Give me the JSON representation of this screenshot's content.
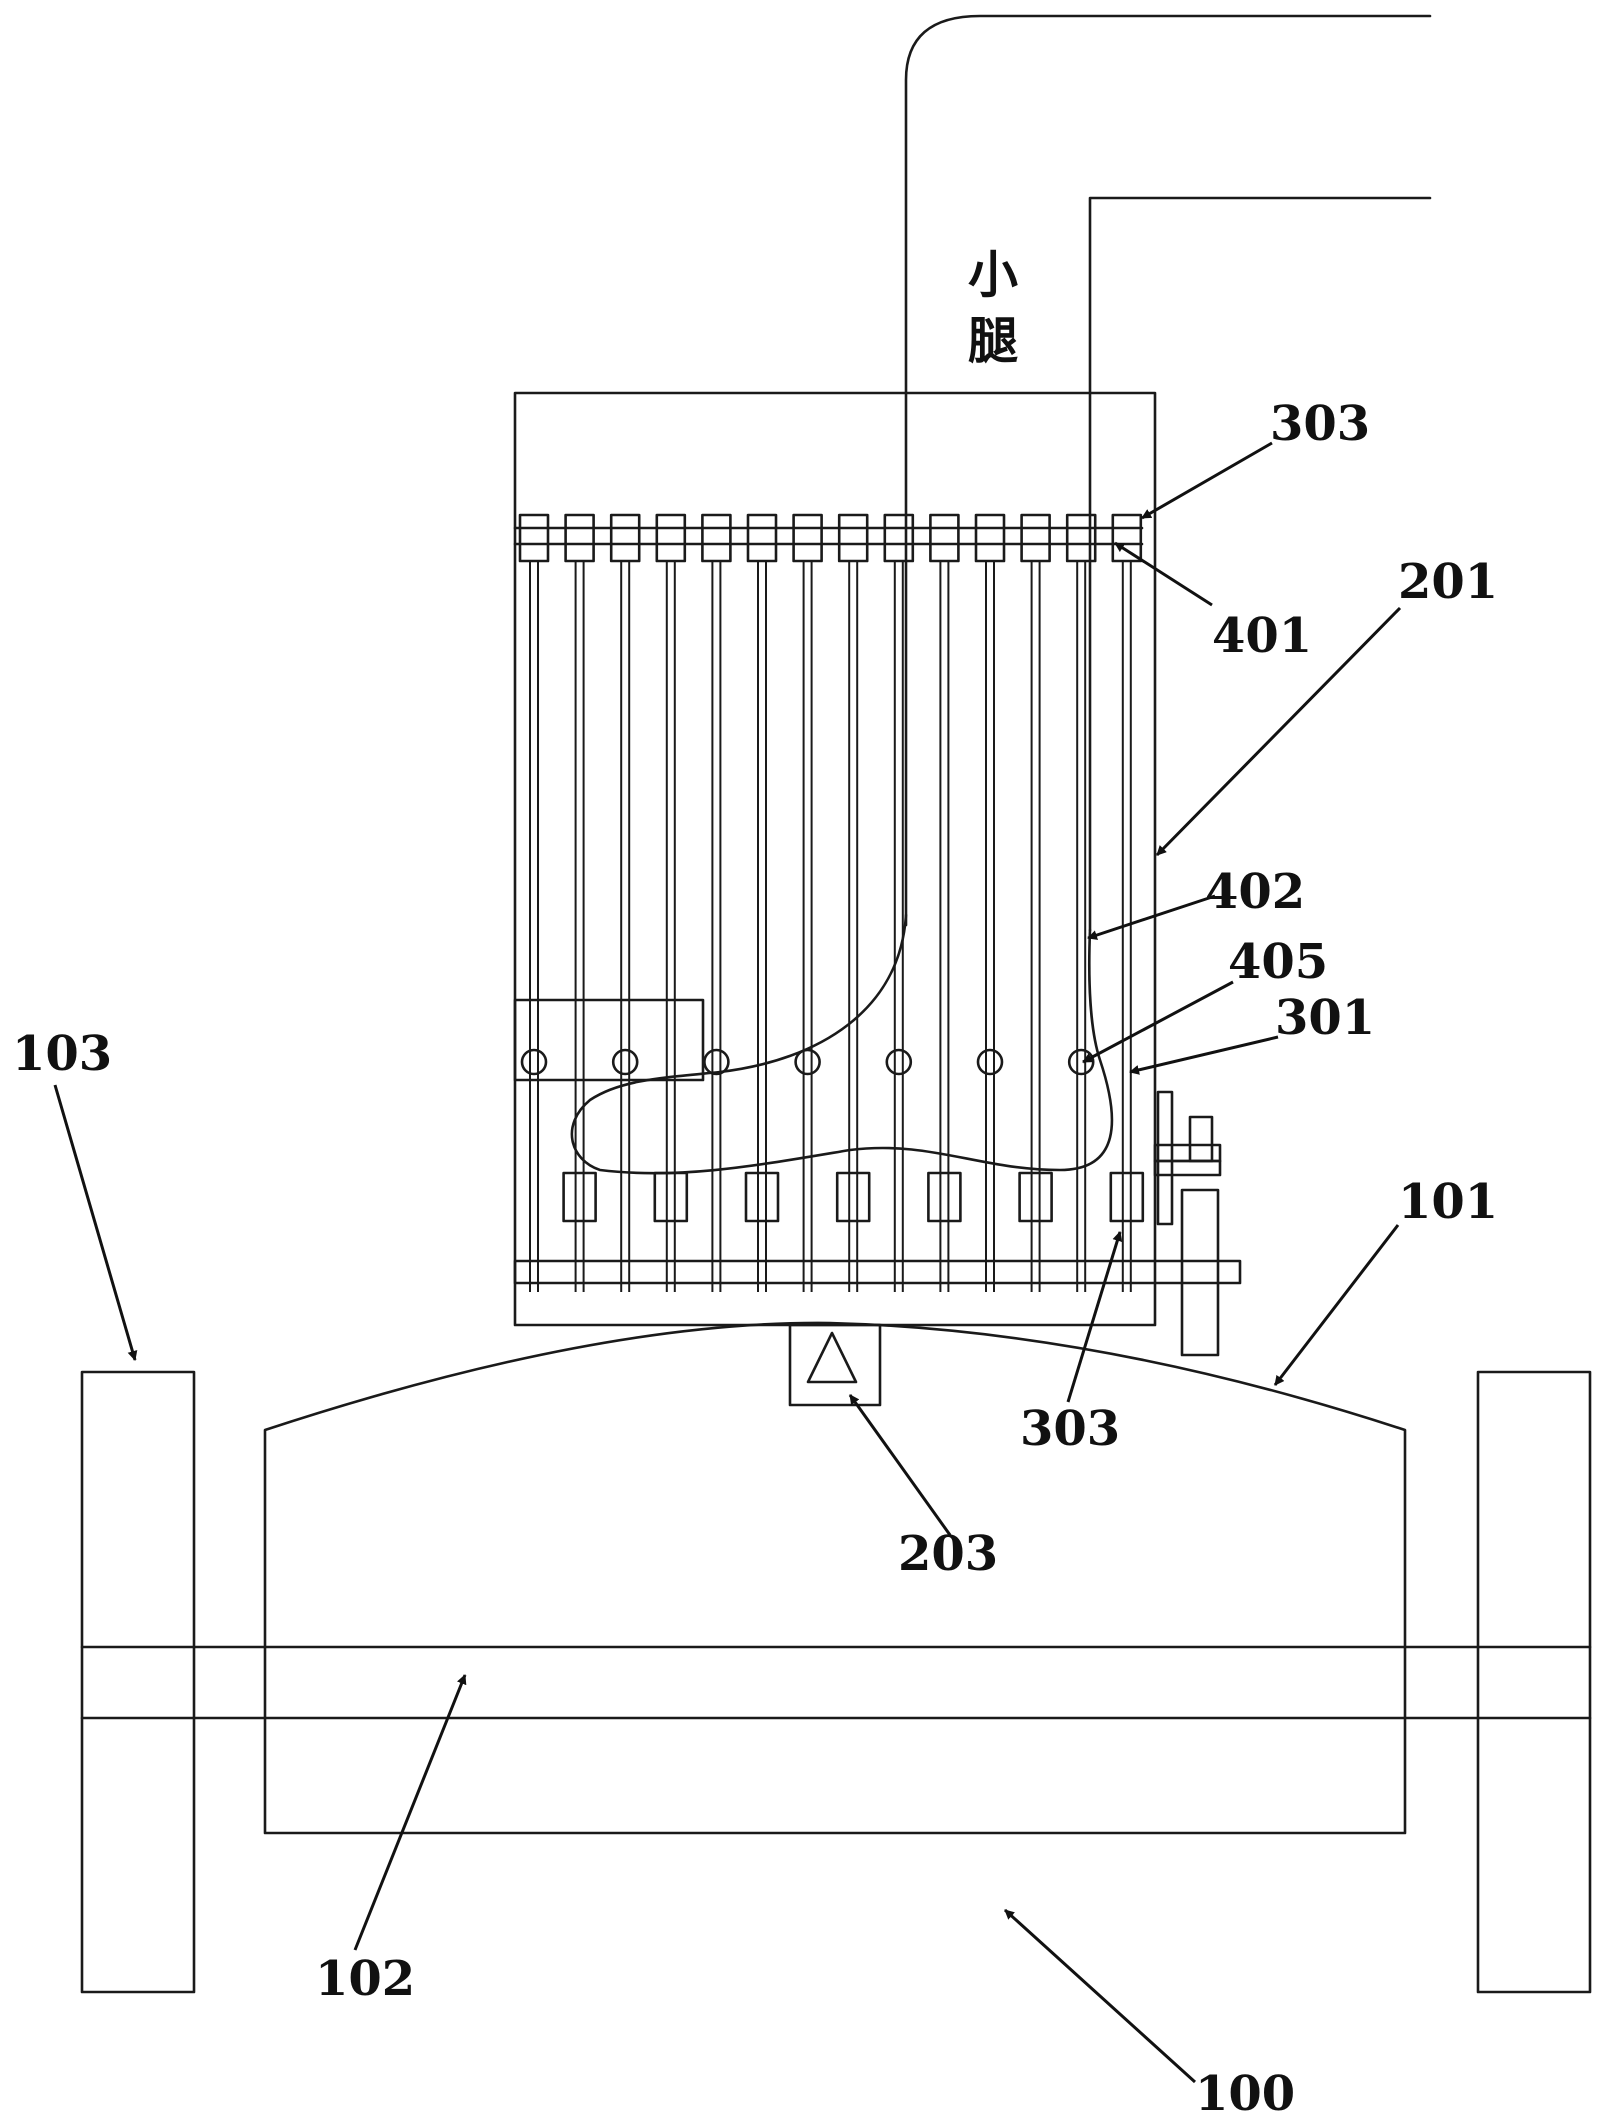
{
  "diagram": {
    "part_label": "小腿",
    "callouts": {
      "c100": "100",
      "c101": "101",
      "c102": "102",
      "c103": "103",
      "c201": "201",
      "c203": "203",
      "c301": "301",
      "c303_top": "303",
      "c303_bottom": "303",
      "c401": "401",
      "c402": "402",
      "c405": "405"
    }
  }
}
